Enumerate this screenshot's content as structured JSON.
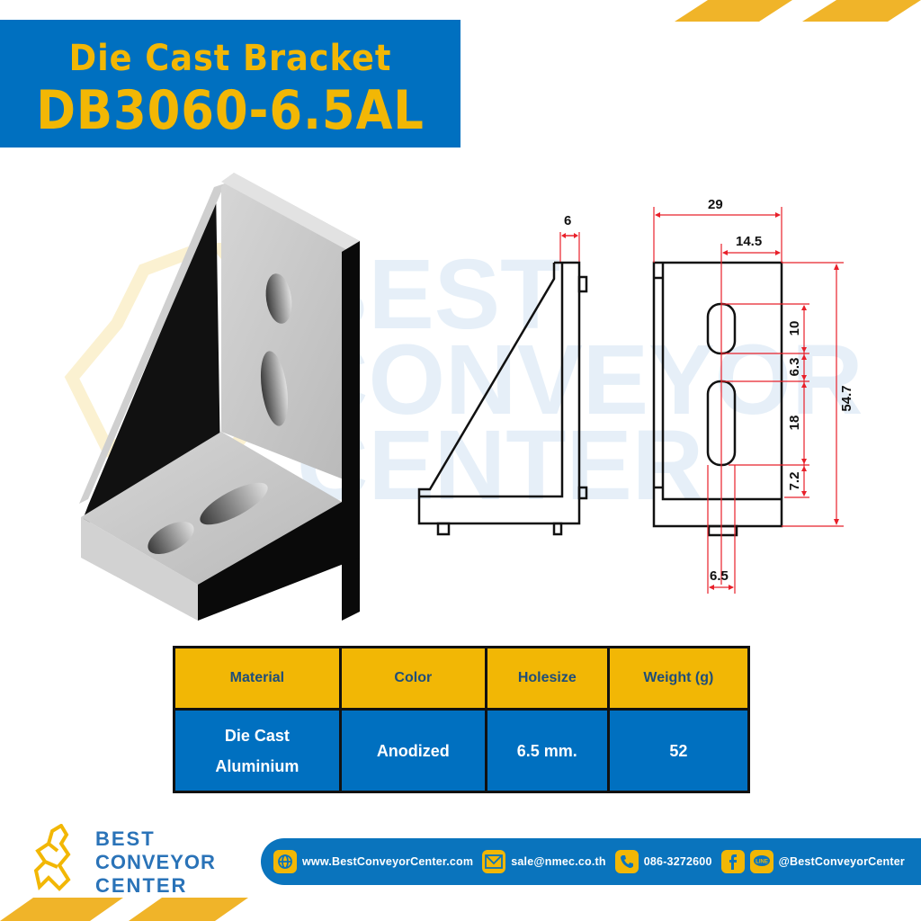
{
  "header": {
    "subtitle": "Die Cast Bracket",
    "model": "DB3060-6.5AL"
  },
  "colors": {
    "brand_blue": "#0070c0",
    "brand_yellow": "#f2b705",
    "dimension_red": "#e8202a",
    "header_text": "#1f4e79"
  },
  "watermark": {
    "lines": [
      "BEST",
      "CONVEYOR",
      "CENTER"
    ]
  },
  "side_view": {
    "thickness_label": "6"
  },
  "front_view": {
    "width_label": "29",
    "half_width_label": "14.5",
    "height_label": "54.7",
    "slot1_label": "10",
    "gap_label": "6.3",
    "slot2_label": "18",
    "bottom_label": "7.2",
    "hole_label": "6.5"
  },
  "spec_table": {
    "headers": [
      "Material",
      "Color",
      "Holesize",
      "Weight (g)"
    ],
    "row": {
      "material_line1": "Die Cast",
      "material_line2": "Aluminium",
      "color": "Anodized",
      "holesize": "6.5 mm.",
      "weight": "52"
    }
  },
  "footer": {
    "logo_lines": [
      "BEST",
      "CONVEYOR",
      "CENTER"
    ],
    "website": "www.BestConveyorCenter.com",
    "email": "sale@nmec.co.th",
    "phone": "086-3272600",
    "line_badge": "LINE",
    "social": "@BestConveyorCenter"
  }
}
